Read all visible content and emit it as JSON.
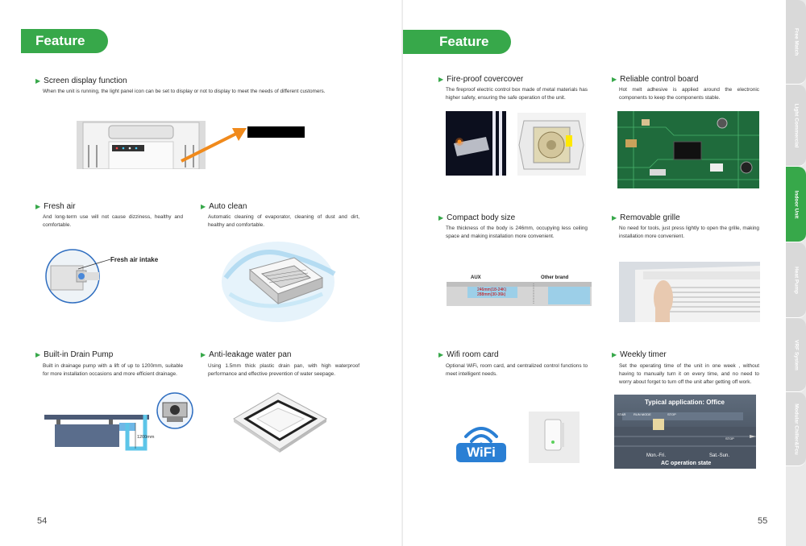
{
  "left_page": {
    "tab": "Feature",
    "page_number": "54",
    "screen": {
      "title": "Screen display function",
      "desc": "When the unit is running, the light panel icon can be set to display or not to display to meet the needs of different customers."
    },
    "fresh_air": {
      "title": "Fresh air",
      "desc": "And long-term use will not cause dizziness, healthy and comfortable.",
      "intake_label": "Fresh air intake"
    },
    "auto_clean": {
      "title": "Auto clean",
      "desc": "Automatic cleaning of  evaporator, cleaning of dust and dirt, healthy and comfortable."
    },
    "drain_pump": {
      "title": "Built-in Drain Pump",
      "desc": "Built in drainage pump with a lift of up to 1200mm, suitable for more installation occasions and more efficient drainage.",
      "height_label": "1200mm"
    },
    "anti_leak": {
      "title": "Anti-leakage water pan",
      "desc": "Using 1.5mm thick plastic drain pan, with high waterproof performance and effective prevention of water seepage."
    }
  },
  "right_page": {
    "tab": "Feature",
    "page_number": "55",
    "fireproof": {
      "title": "Fire-proof covercover",
      "desc": "The fireproof electric control box made of metal materials has higher safety, ensuring the safe operation of the unit."
    },
    "control_board": {
      "title": "Reliable control board",
      "desc": "Hot melt adhesive is applied around the electronic components to keep the components stable."
    },
    "compact": {
      "title": "Compact body size",
      "desc": "The thickness of the body is 246mm, occupying less ceiling space and making installation more convenient.",
      "aux_label": "AUX",
      "other_label": "Other brand",
      "dim1": "246mm(18-24K)",
      "dim2": "288mm(30-36k)"
    },
    "grille": {
      "title": "Removable grille",
      "desc": "No need for tools, just press lightly to open the grille, making installation more convenient."
    },
    "wifi": {
      "title": "Wifi room card",
      "desc": "Optional WiFi, room card, and centralized control functions to meet intelligent needs.",
      "logo_text": "WiFi"
    },
    "timer": {
      "title": "Weekly timer",
      "desc": "Set the operating time of the unit in one week , without having to manually turn it on every time, and no need to worry about forget to turn off the unit after getting off work.",
      "app_title": "Typical application: Office",
      "row_mon": "Mon.-Fri.",
      "row_sat": "Sat.-Sun.",
      "state_label": "AC operation state",
      "t1": "STAR",
      "t2": "RUN MODE",
      "t3": "STOP",
      "t4": "STOP"
    }
  },
  "sidebar": {
    "tabs": [
      "Free Match",
      "Light Commercial",
      "Indoor Unit",
      "Heat Pump",
      "VRF System",
      "Modular Chiller&Fcu"
    ],
    "active_index": 2
  },
  "colors": {
    "accent": "#37a84a",
    "accent_light": "#a6d8ac",
    "arrow_orange": "#f08a1c"
  }
}
